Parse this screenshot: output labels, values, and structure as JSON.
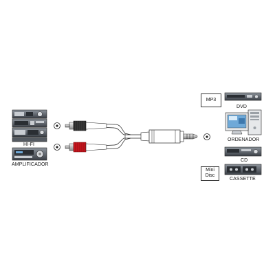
{
  "left_devices": {
    "hifi_label": "HI-FI",
    "amplifier_label": "AMPLIFICADOR"
  },
  "right_devices": {
    "mp3_label": "MP3",
    "dvd_label": "DVD",
    "computer_label": "ORDENADOR",
    "cd_label": "CD",
    "minidisc_label_line1": "Mini",
    "minidisc_label_line2": "Disc",
    "cassette_label": "CASSETTE"
  },
  "colors": {
    "rca_black": "#2a2a2a",
    "rca_red": "#c8161d",
    "cable": "#ffffff",
    "outline": "#222222",
    "device_dark": "#3c4148",
    "device_mid": "#7d848c",
    "device_light": "#c9cdd2",
    "screen_blue": "#6fa9d8"
  }
}
